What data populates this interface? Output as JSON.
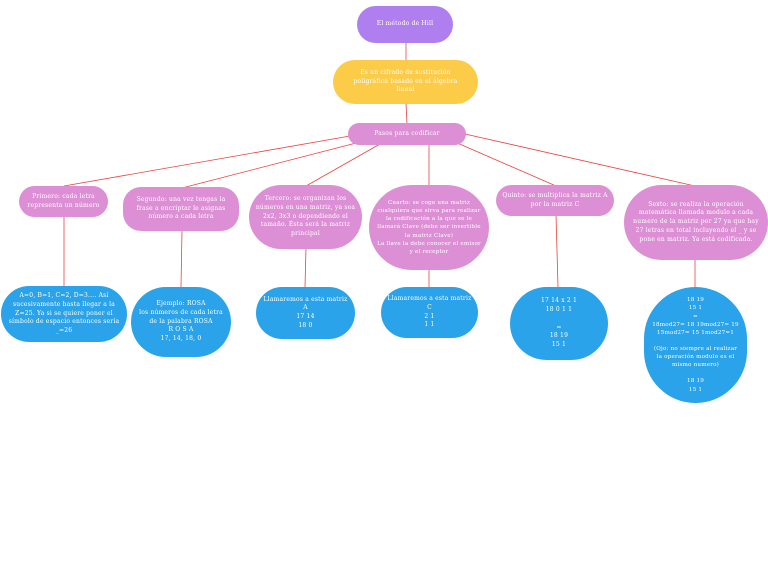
{
  "root": {
    "label": "El método de Hill"
  },
  "definition": {
    "label": "Es un cifrado de sustitución poligráfica basado en el álgebra lineal"
  },
  "steps_title": {
    "label": "Pasos para codificar"
  },
  "steps": [
    {
      "text": "Primero: cada letra representa un número",
      "detail": "A=0, B=1, C=2, D=3.... Así sucesivamente hasta llegar a la Z=25. Ya si se quiere poner el símbolo de espacio entonces sería _=26"
    },
    {
      "text": "Segundo: una vez tengas la frase a encriptar le asignas número a cada letra",
      "detail": "Ejemplo: ROSA\nlos números de cada letra de la palabra ROSA\nR   O   S   A\n17, 14, 18, 0"
    },
    {
      "text": "Tercero: se organizan los números en una matriz, ya sea 2x2, 3x3 o dependiendo el tamaño. Ésta será la matriz principal",
      "detail": "Llamaremos a esta matriz A\n17    14\n18     0"
    },
    {
      "text": "Cuarto: se coge una matriz cualquiera que sirva para realizar la codificación a la que se le llamará Clave (debe ser invertible la matriz Clave)\nLa llave la debe conocer el emisor y el receptor",
      "detail": "Llamaremos a esta matriz C\n2    1\n1    1"
    },
    {
      "text": "Quinto: se multiplica la matriz A por la matriz C",
      "detail": "17 14   x   2     1\n18   0          1     1\n\n=\n18   19\n15     1"
    },
    {
      "text": "Sexto: se realiza la operación matemática llamada modulo a cada numero de la matriz por 27 ya que hay 27 letras en total incluyendo el _ y se pone en matriz. Ya está codificada.",
      "detail": "18   19\n15     1\n=\n18mod27= 18   19mod27= 19\n15mod27= 15     1mod27=1\n\n(Ojo: no siempre al realizar la operación modulo es el mismo numero)\n\n18   19\n15    1"
    }
  ],
  "colors": {
    "root": "#b07fef",
    "definition": "#fccb48",
    "step": "#dd8fd5",
    "detail": "#2aa3ea",
    "connector": "#e8433f"
  }
}
